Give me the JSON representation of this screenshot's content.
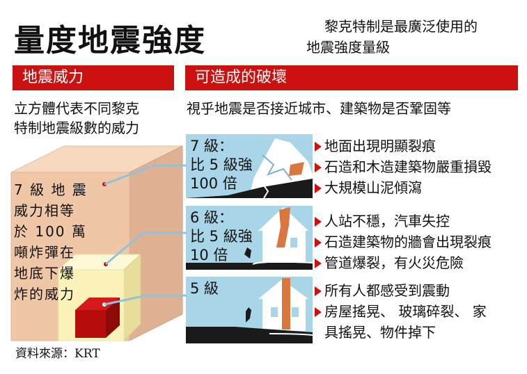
{
  "header": {
    "title": "量度地震強度",
    "subtitle_line1": "黎克特制是最廣泛使用的",
    "subtitle_line2": "地震強度量級"
  },
  "left": {
    "section_title": "地震威力",
    "caption_line1": "立方體代表不同黎克",
    "caption_line2": "特制地震級數的威力",
    "cube_text": "7 級 地 震\n威力相等\n於 100 萬\n噸炸彈在\n地底下爆\n炸的威力"
  },
  "right": {
    "section_title": "可造成的破壞",
    "caption": "視乎地震是否接近城市、建築物是否鞏固等",
    "levels": [
      {
        "label": "7 級：\n比 5 級強\n100 倍",
        "effects": [
          "地面出現明顯裂痕",
          "石造和木造建築物嚴重損毀",
          "大規模山泥傾瀉"
        ]
      },
      {
        "label": "6 級：\n比 5 級強\n10 倍",
        "effects": [
          "人站不穩，汽車失控",
          "石造建築物的牆會出現裂痕",
          "管道爆裂，有火災危險"
        ]
      },
      {
        "label": "5 級",
        "effects": [
          "所有人都感受到震動",
          "房屋搖晃、 玻璃碎裂、 家",
          "具搖晃、物件掉下"
        ]
      }
    ]
  },
  "source": "資料來源：KRT",
  "colors": {
    "accent_red": "#cc1111",
    "panel_blue": "#a9d5e8",
    "cube_large": "#efc6a6",
    "cube_medium": "#faf2b8",
    "cube_small": "#b80d0d"
  }
}
